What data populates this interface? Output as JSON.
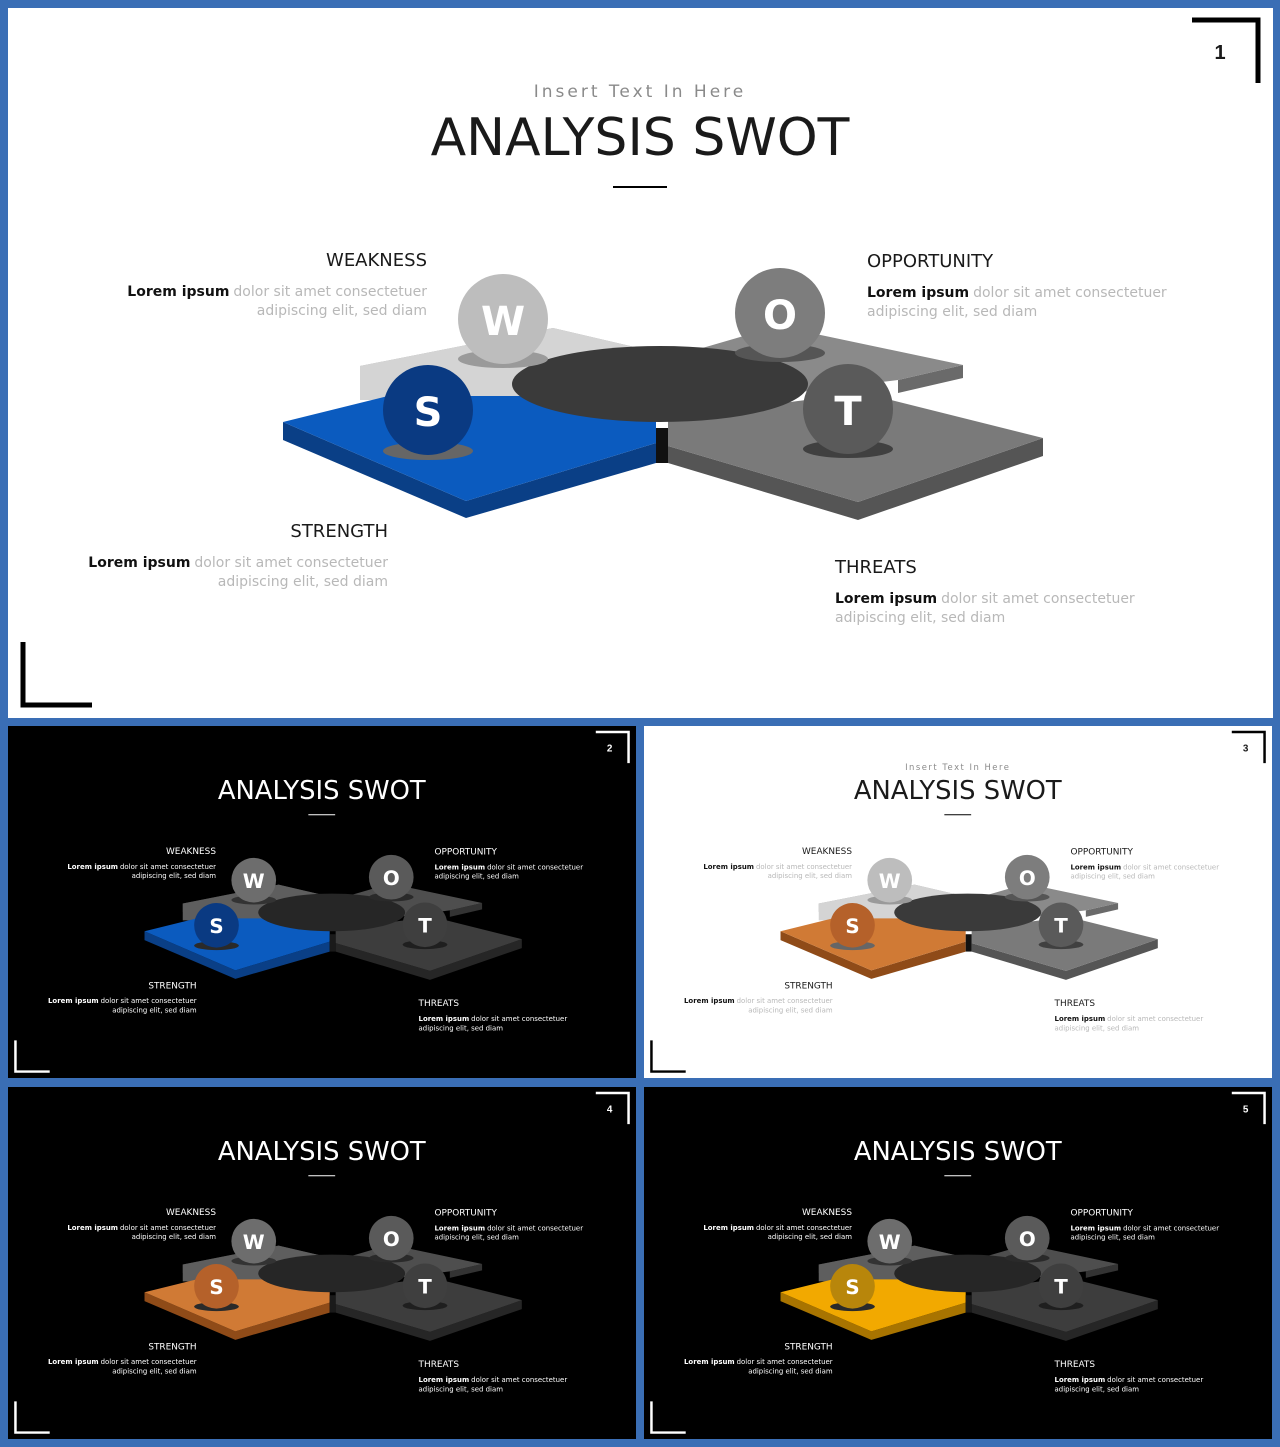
{
  "slides": [
    {
      "number": "1",
      "theme": "light",
      "accent": "#0b5bbf",
      "accent_dark": "#0a3f86",
      "accent_ball": "#0a3a82",
      "subtitle": "Insert Text In Here",
      "title": "ANALYSIS SWOT",
      "quadrants": {
        "weakness": {
          "heading": "WEAKNESS",
          "bold": "Lorem ipsum",
          "line1": "dolor sit amet consectetuer",
          "line2": "adipiscing elit, sed diam"
        },
        "opportunity": {
          "heading": "OPPORTUNITY",
          "bold": "Lorem ipsum",
          "line1": "dolor sit amet consectetuer",
          "line2": "adipiscing elit, sed diam"
        },
        "strength": {
          "heading": "STRENGTH",
          "bold": "Lorem ipsum",
          "line1": "dolor sit amet consectetuer",
          "line2": "adipiscing elit, sed diam"
        },
        "threats": {
          "heading": "THREATS",
          "bold": "Lorem ipsum",
          "line1": "dolor sit amet consectetuer",
          "line2": "adipiscing elit, sed diam"
        }
      },
      "letters": {
        "s": "S",
        "w": "W",
        "o": "O",
        "t": "T"
      }
    },
    {
      "number": "2",
      "theme": "dark",
      "accent": "#0b5bbf",
      "accent_dark": "#0a3f86",
      "accent_ball": "#0a3a82",
      "subtitle": "",
      "title": "ANALYSIS SWOT",
      "quadrants": {
        "weakness": {
          "heading": "WEAKNESS",
          "bold": "Lorem ipsum",
          "line1": "dolor sit amet consectetuer",
          "line2": "adipiscing elit, sed diam"
        },
        "opportunity": {
          "heading": "OPPORTUNITY",
          "bold": "Lorem ipsum",
          "line1": "dolor sit amet consectetuer",
          "line2": "adipiscing elit, sed diam"
        },
        "strength": {
          "heading": "STRENGTH",
          "bold": "Lorem ipsum",
          "line1": "dolor sit amet consectetuer",
          "line2": "adipiscing elit, sed diam"
        },
        "threats": {
          "heading": "THREATS",
          "bold": "Lorem ipsum",
          "line1": "dolor sit amet consectetuer",
          "line2": "adipiscing elit, sed diam"
        }
      },
      "letters": {
        "s": "S",
        "w": "W",
        "o": "O",
        "t": "T"
      }
    },
    {
      "number": "3",
      "theme": "light",
      "accent": "#d07a35",
      "accent_dark": "#8f4b18",
      "accent_ball": "#b5612a",
      "subtitle": "Insert Text In Here",
      "title": "ANALYSIS SWOT",
      "quadrants": {
        "weakness": {
          "heading": "WEAKNESS",
          "bold": "Lorem ipsum",
          "line1": "dolor sit amet consectetuer",
          "line2": "adipiscing elit, sed diam"
        },
        "opportunity": {
          "heading": "OPPORTUNITY",
          "bold": "Lorem ipsum",
          "line1": "dolor sit amet consectetuer",
          "line2": "adipiscing elit, sed diam"
        },
        "strength": {
          "heading": "STRENGTH",
          "bold": "Lorem ipsum",
          "line1": "dolor sit amet consectetuer",
          "line2": "adipiscing elit, sed diam"
        },
        "threats": {
          "heading": "THREATS",
          "bold": "Lorem ipsum",
          "line1": "dolor sit amet consectetuer",
          "line2": "adipiscing elit, sed diam"
        }
      },
      "letters": {
        "s": "S",
        "w": "W",
        "o": "O",
        "t": "T"
      }
    },
    {
      "number": "4",
      "theme": "dark",
      "accent": "#d07a35",
      "accent_dark": "#8f4b18",
      "accent_ball": "#b5612a",
      "subtitle": "",
      "title": "ANALYSIS SWOT",
      "quadrants": {
        "weakness": {
          "heading": "WEAKNESS",
          "bold": "Lorem ipsum",
          "line1": "dolor sit amet consectetuer",
          "line2": "adipiscing elit, sed diam"
        },
        "opportunity": {
          "heading": "OPPORTUNITY",
          "bold": "Lorem ipsum",
          "line1": "dolor sit amet consectetuer",
          "line2": "adipiscing elit, sed diam"
        },
        "strength": {
          "heading": "STRENGTH",
          "bold": "Lorem ipsum",
          "line1": "dolor sit amet consectetuer",
          "line2": "adipiscing elit, sed diam"
        },
        "threats": {
          "heading": "THREATS",
          "bold": "Lorem ipsum",
          "line1": "dolor sit amet consectetuer",
          "line2": "adipiscing elit, sed diam"
        }
      },
      "letters": {
        "s": "S",
        "w": "W",
        "o": "O",
        "t": "T"
      }
    },
    {
      "number": "5",
      "theme": "dark",
      "accent": "#f2a900",
      "accent_dark": "#a87400",
      "accent_ball": "#b8860b",
      "subtitle": "",
      "title": "ANALYSIS SWOT",
      "quadrants": {
        "weakness": {
          "heading": "WEAKNESS",
          "bold": "Lorem ipsum",
          "line1": "dolor sit amet consectetuer",
          "line2": "adipiscing elit, sed diam"
        },
        "opportunity": {
          "heading": "OPPORTUNITY",
          "bold": "Lorem ipsum",
          "line1": "dolor sit amet consectetuer",
          "line2": "adipiscing elit, sed diam"
        },
        "strength": {
          "heading": "STRENGTH",
          "bold": "Lorem ipsum",
          "line1": "dolor sit amet consectetuer",
          "line2": "adipiscing elit, sed diam"
        },
        "threats": {
          "heading": "THREATS",
          "bold": "Lorem ipsum",
          "line1": "dolor sit amet consectetuer",
          "line2": "adipiscing elit, sed diam"
        }
      },
      "letters": {
        "s": "S",
        "w": "W",
        "o": "O",
        "t": "T"
      }
    }
  ]
}
